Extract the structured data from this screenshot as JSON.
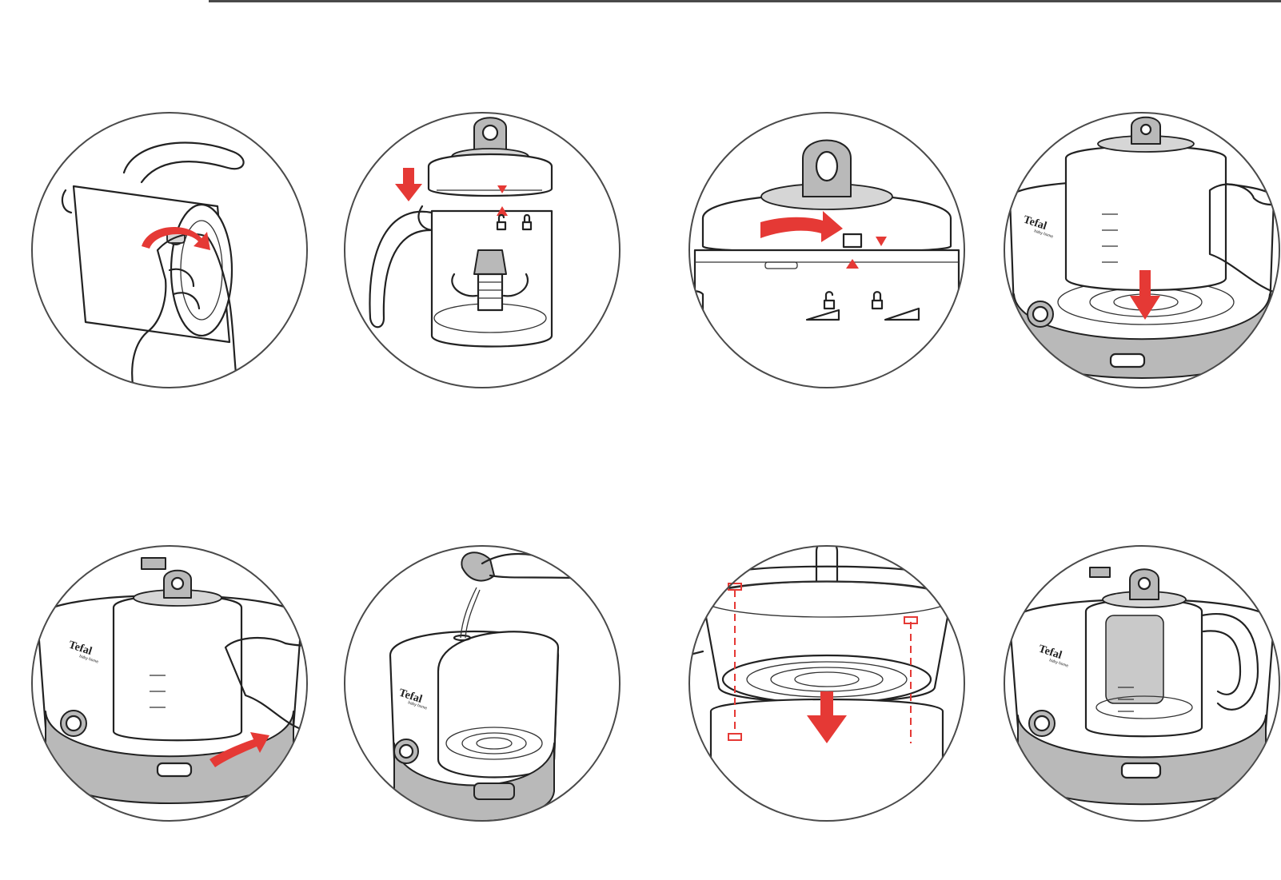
{
  "brand": {
    "logo": "Tefal",
    "sub": "baby home"
  },
  "colors": {
    "accent": "#e53935",
    "line": "#222222",
    "fill_grey": "#b9b9b9",
    "rim": "#4a4a4a"
  },
  "icons": {
    "lock": "lock-icon",
    "unlock": "unlock-icon"
  },
  "steps": [
    {
      "name": "unscrew-blade-step",
      "icon": "rotate-arrow-icon"
    },
    {
      "name": "place-lid-step",
      "icon": "down-arrow-icon"
    },
    {
      "name": "lock-lid-step",
      "icon": "right-arrow-icon"
    },
    {
      "name": "insert-jug-step",
      "icon": "down-arrow-icon"
    },
    {
      "name": "rotate-jug-step",
      "icon": "curved-arrow-icon"
    },
    {
      "name": "fill-water-step",
      "icon": "water-pour-icon"
    },
    {
      "name": "place-basket-step",
      "icon": "down-arrow-icon"
    },
    {
      "name": "assembled-step",
      "icon": "appliance-icon"
    }
  ]
}
